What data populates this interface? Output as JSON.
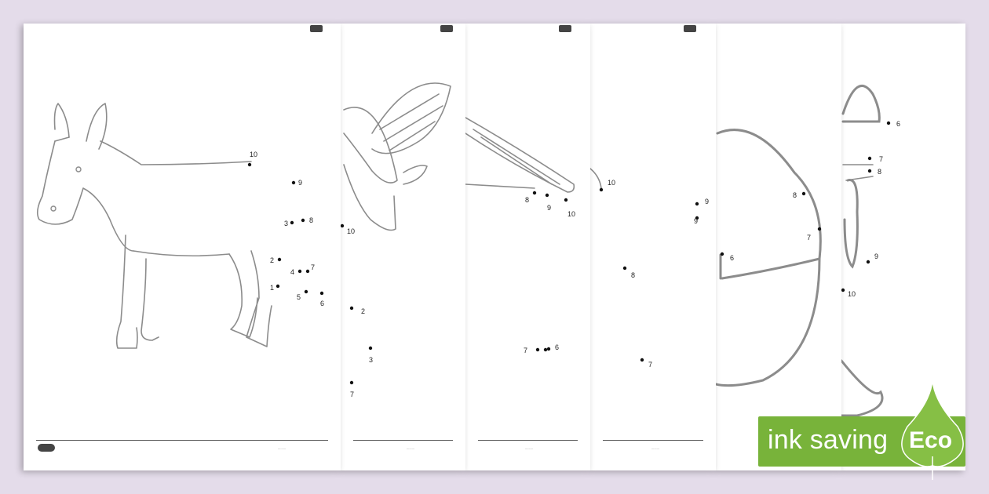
{
  "sheets": [
    {
      "id": "donkey",
      "dots": [
        {
          "n": "10"
        },
        {
          "n": "9"
        },
        {
          "n": "8"
        },
        {
          "n": "3"
        },
        {
          "n": "2"
        },
        {
          "n": "7"
        },
        {
          "n": "4"
        },
        {
          "n": "1"
        },
        {
          "n": "5"
        },
        {
          "n": "6"
        }
      ]
    },
    {
      "id": "angel",
      "dots": [
        {
          "n": "10"
        },
        {
          "n": "2"
        },
        {
          "n": "3"
        },
        {
          "n": "7"
        }
      ]
    },
    {
      "id": "star",
      "dots": [
        {
          "n": "8"
        },
        {
          "n": "9"
        },
        {
          "n": "10"
        },
        {
          "n": "7"
        },
        {
          "n": "6"
        }
      ]
    },
    {
      "id": "sheet4",
      "dots": [
        {
          "n": "10"
        },
        {
          "n": "9"
        },
        {
          "n": "9"
        },
        {
          "n": "8"
        },
        {
          "n": "7"
        }
      ]
    },
    {
      "id": "pot",
      "dots": [
        {
          "n": "8"
        },
        {
          "n": "7"
        },
        {
          "n": "6"
        }
      ]
    },
    {
      "id": "lamp",
      "dots": [
        {
          "n": "6"
        },
        {
          "n": "7"
        },
        {
          "n": "8"
        },
        {
          "n": "9"
        },
        {
          "n": "10"
        }
      ]
    }
  ],
  "badge": {
    "label": "ink saving",
    "eco": "Eco",
    "color": "#78b33a"
  }
}
